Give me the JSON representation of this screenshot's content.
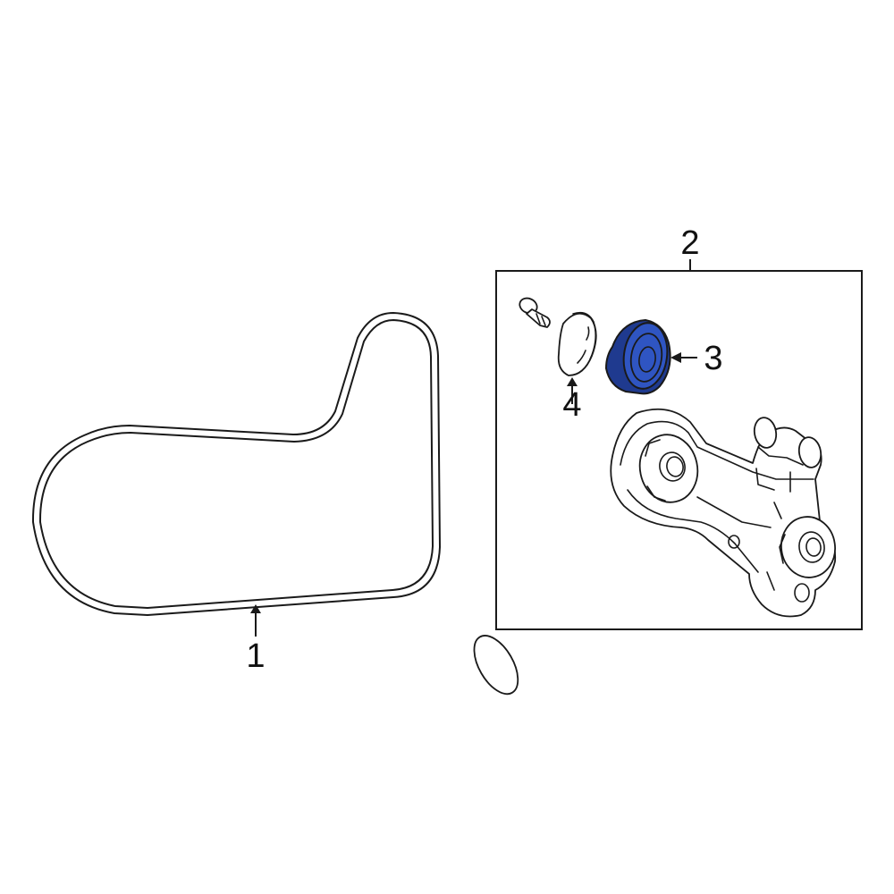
{
  "colors": {
    "highlight": "#2f55c2",
    "highlight_dark": "#1f3a8f",
    "line": "#1a1a1a",
    "background": "#ffffff"
  },
  "callouts": {
    "belt": "1",
    "tensioner_assembly": "2",
    "idler_pulley": "3",
    "pulley_cover": "4"
  },
  "parts": [
    {
      "callout": "1",
      "name": "serpentine-belt"
    },
    {
      "callout": "2",
      "name": "tensioner-assembly"
    },
    {
      "callout": "3",
      "name": "idler-pulley",
      "highlighted": true
    },
    {
      "callout": "4",
      "name": "pulley-dust-cap"
    }
  ]
}
